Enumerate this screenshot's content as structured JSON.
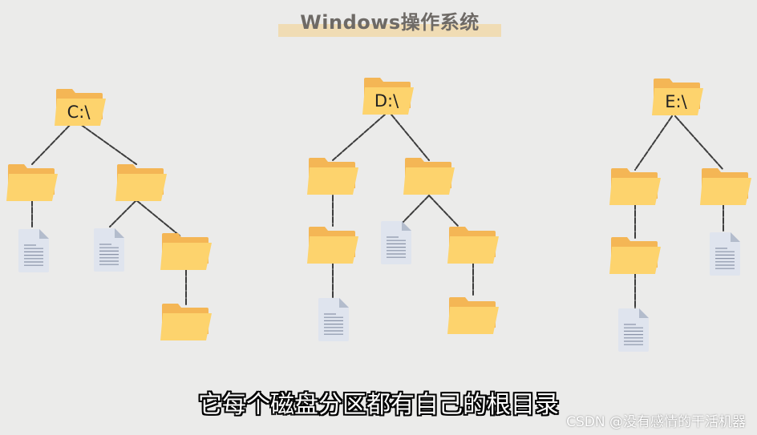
{
  "title": "Windows操作系统",
  "caption": "它每个磁盘分区都有自己的根目录",
  "watermark": "CSDN @没有感情的干活机器",
  "drives": [
    {
      "label": "C:\\"
    },
    {
      "label": "D:\\"
    },
    {
      "label": "E:\\"
    }
  ],
  "colors": {
    "background": "#ebebea",
    "folder_front": "#fdd36d",
    "folder_back": "#f4b655",
    "file": "#dfe4ee",
    "file_fold": "#b3bccc",
    "file_lines": "#8a93a8",
    "connector": "#3d3d3d",
    "title_highlight": "#f0dcb4"
  }
}
